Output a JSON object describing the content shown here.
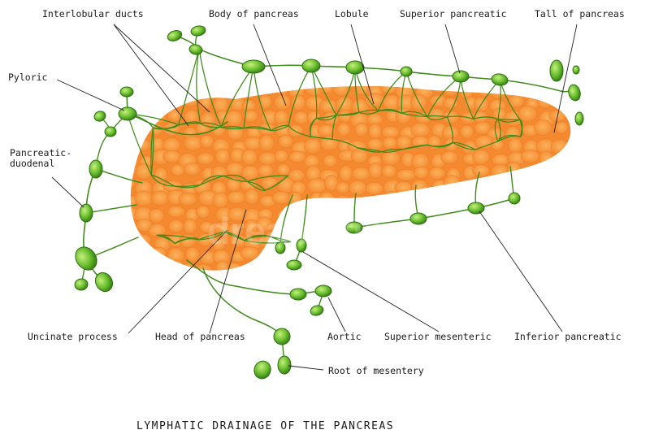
{
  "title": "LYMPHATIC DRAINAGE OF THE PANCREAS",
  "labels": {
    "interlobular_ducts": "Interlobular ducts",
    "body_of_pancreas": "Body of pancreas",
    "lobule": "Lobule",
    "superior_pancreatic": "Superior pancreatic",
    "tail_of_pancreas": "Tall of pancreas",
    "pyloric": "Pyloric",
    "pancreatic_duodenal_1": "Pancreatic-",
    "pancreatic_duodenal_2": "duodenal",
    "uncinate_process": "Uncinate process",
    "head_of_pancreas": "Head of pancreas",
    "aortic": "Aortic",
    "superior_mesenteric": "Superior mesenteric",
    "inferior_pancreatic": "Inferior pancreatic",
    "root_of_mesentery": "Root of mesentery"
  },
  "watermark": "dreamstime",
  "colors": {
    "pancreas": "#f4892f",
    "pancreas_light": "#f9a54f",
    "node": "#5fb52c",
    "node_dark": "#2d6e0f",
    "vessel": "#3f8a1a"
  }
}
